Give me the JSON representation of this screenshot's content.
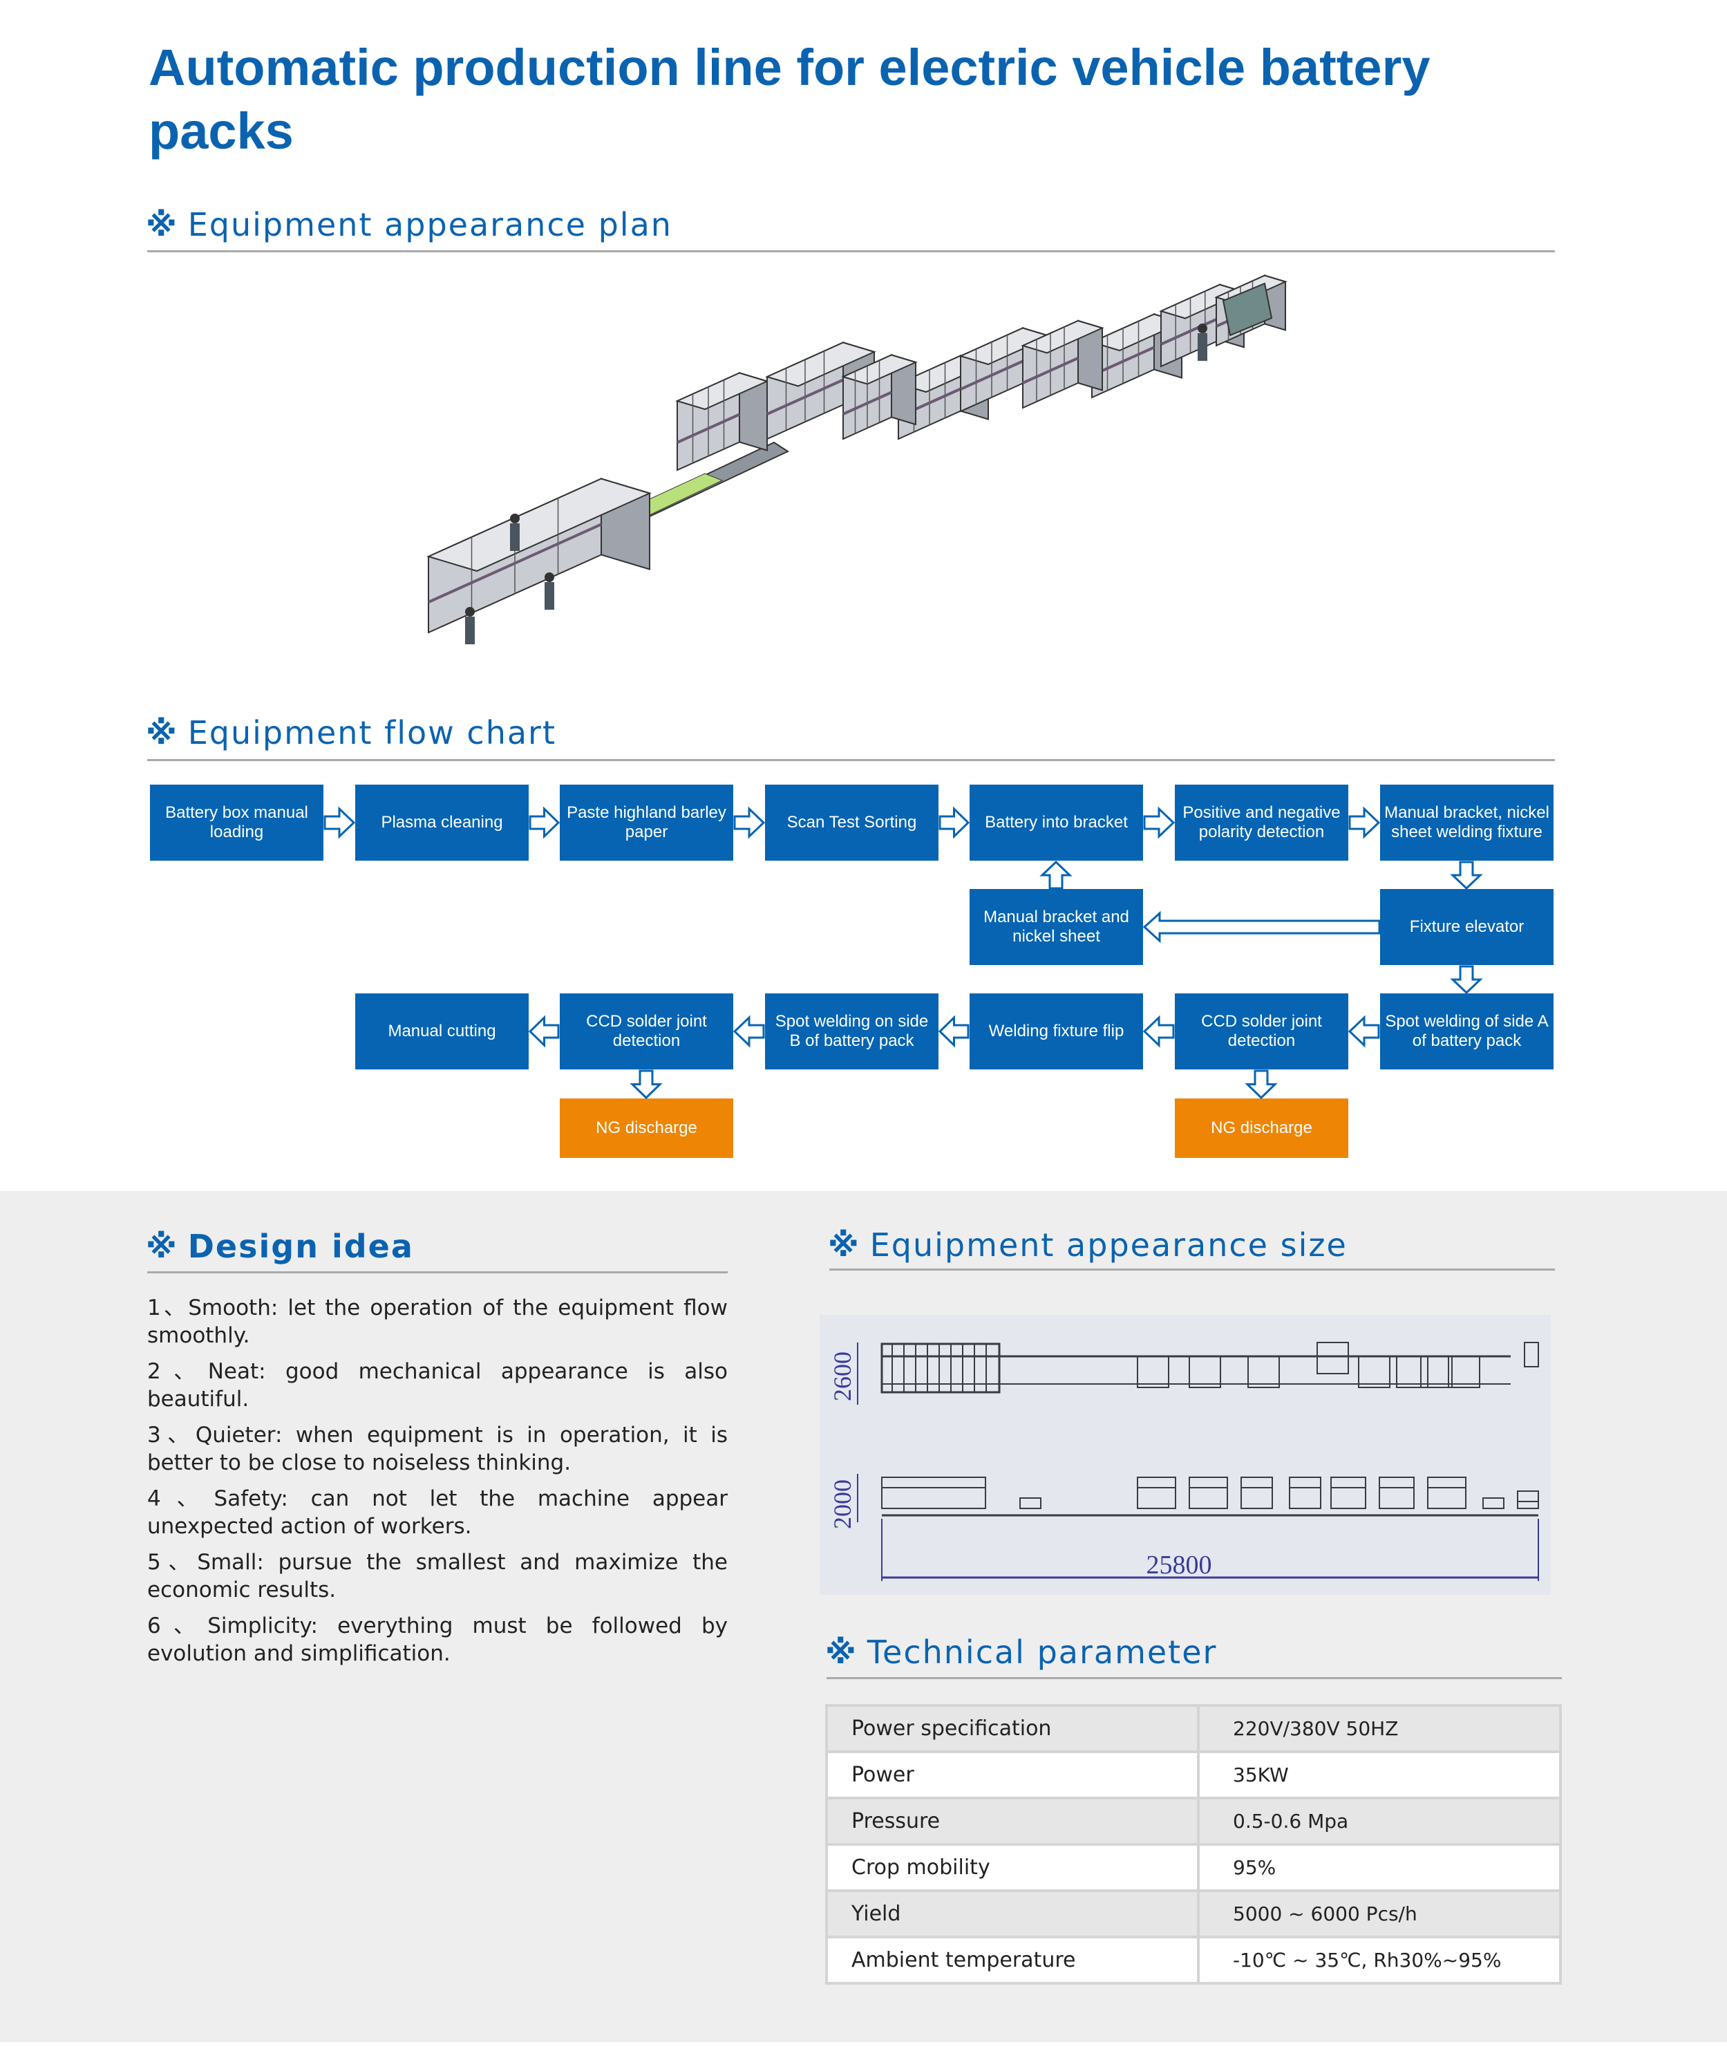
{
  "title": "Automatic production line for electric vehicle battery packs",
  "section_mark": "※",
  "sections": {
    "appearance_plan": "Equipment appearance plan",
    "flow_chart": "Equipment flow chart",
    "design_idea": "Design idea",
    "appearance_size": "Equipment appearance size",
    "technical_parameter": "Technical parameter"
  },
  "flow": {
    "row1": [
      "Battery box manual loading",
      "Plasma cleaning",
      "Paste highland barley paper",
      "Scan Test Sorting",
      "Battery into bracket",
      "Positive and negative polarity detection",
      "Manual bracket, nickel sheet welding fixture"
    ],
    "row2": [
      "Manual bracket and nickel sheet",
      "Fixture elevator"
    ],
    "row3": [
      "Manual cutting",
      "CCD solder joint detection",
      "Spot welding on side B of battery pack",
      "Welding fixture flip",
      "CCD solder joint detection",
      "Spot welding of side A of battery pack"
    ],
    "ng": [
      "NG discharge",
      "NG discharge"
    ]
  },
  "colors": {
    "blue": "#0664b3",
    "orange": "#ee8505",
    "title": "#0b63b0"
  },
  "design_idea": [
    "1、Smooth: let the operation of the equipment flow smoothly.",
    "2、Neat: good mechanical appearance is also beautiful.",
    "3、Quieter: when equipment is in operation, it is better to be close to noiseless thinking.",
    "4、Safety: can not let the machine appear unexpected action of workers.",
    "5、Small: pursue the smallest and maximize the economic results.",
    "6、Simplicity: everything must be followed by evolution and simplification."
  ],
  "dimensions": {
    "height_top": "2600",
    "height_bottom": "2000",
    "length": "25800"
  },
  "technical_parameters": [
    {
      "label": "Power specification",
      "value": "220V/380V  50HZ"
    },
    {
      "label": "Power",
      "value": "35KW"
    },
    {
      "label": "Pressure",
      "value": "0.5-0.6 Mpa"
    },
    {
      "label": "Crop mobility",
      "value": "95%"
    },
    {
      "label": "Yield",
      "value": "5000 ~ 6000 Pcs/h"
    },
    {
      "label": "Ambient temperature",
      "value": "-10℃ ~ 35℃, Rh30%~95%"
    }
  ]
}
